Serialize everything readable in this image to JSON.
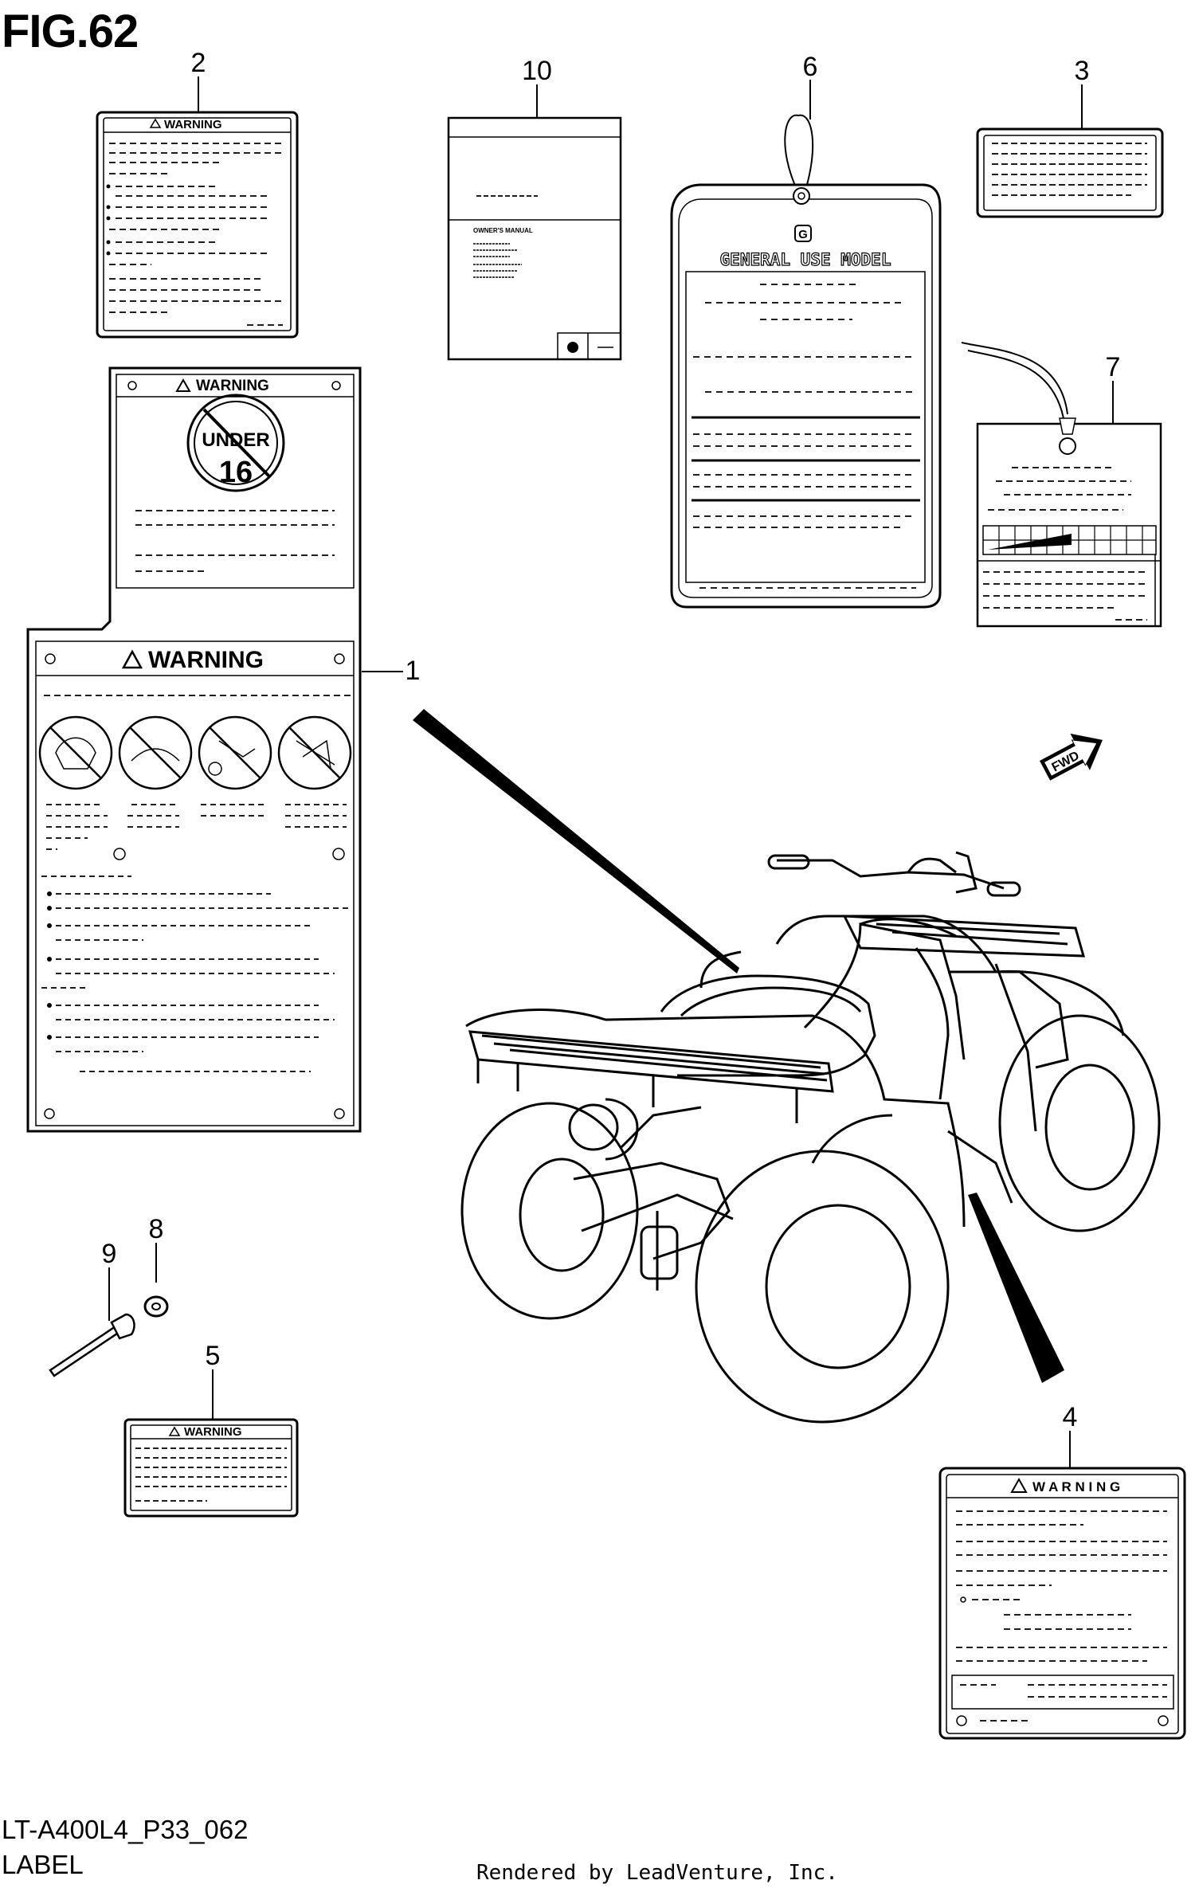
{
  "figure": {
    "title": "FIG.62",
    "code": "LT-A400L4_P33_062",
    "caption": "LABEL",
    "rendered_by": "Rendered by LeadVenture, Inc."
  },
  "callouts": [
    "1",
    "2",
    "3",
    "4",
    "5",
    "6",
    "7",
    "8",
    "9",
    "10"
  ],
  "label_text": {
    "warning": "WARNING",
    "warning_spaced": "W A R N I N G",
    "under": "UNDER",
    "age": "16",
    "owners_manual": "OWNER'S MANUAL",
    "general_use_model": "GENERAL USE MODEL",
    "g_mark": "G",
    "fwd": "FWD"
  }
}
